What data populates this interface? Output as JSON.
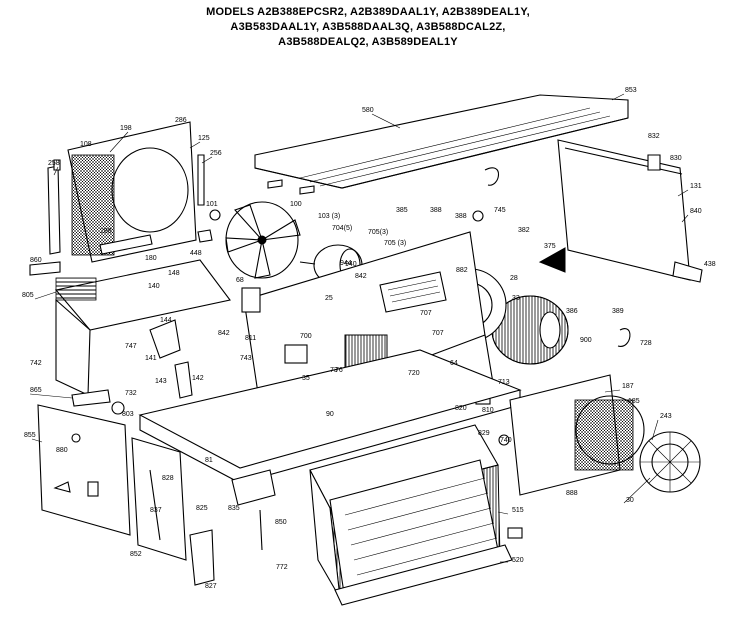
{
  "header": {
    "line1": "MODELS A2B388EPCSR2, A2B389DAAL1Y, A2B389DEAL1Y,",
    "line2": "A3B583DAAL1Y, A3B588DAAL3Q, A3B588DCAL2Z,",
    "line3": "A3B588DEALQ2, A3B589DEAL1Y"
  },
  "part_numbers": [
    "580",
    "853",
    "198",
    "108",
    "286",
    "125",
    "258",
    "256",
    "100",
    "288",
    "103 (3)",
    "704(5)",
    "705(3)",
    "705 (3)",
    "101",
    "832",
    "830",
    "131",
    "840",
    "438",
    "385",
    "388",
    "388",
    "745",
    "382",
    "375",
    "860",
    "805",
    "180",
    "140",
    "148",
    "448",
    "944",
    "842",
    "25",
    "68",
    "35",
    "811",
    "144",
    "141",
    "142",
    "143",
    "842",
    "743",
    "742",
    "747",
    "865",
    "700",
    "76",
    "707",
    "707",
    "28",
    "900",
    "386",
    "728",
    "389",
    "33",
    "73",
    "720",
    "64",
    "713",
    "820",
    "187",
    "185",
    "243",
    "888",
    "30",
    "732",
    "855",
    "880",
    "803",
    "81",
    "829",
    "740",
    "515",
    "520",
    "837",
    "835",
    "850",
    "828",
    "852",
    "825",
    "827",
    "772",
    "90",
    "940",
    "882",
    "810"
  ],
  "icons": [
    "diagram-artwork"
  ]
}
